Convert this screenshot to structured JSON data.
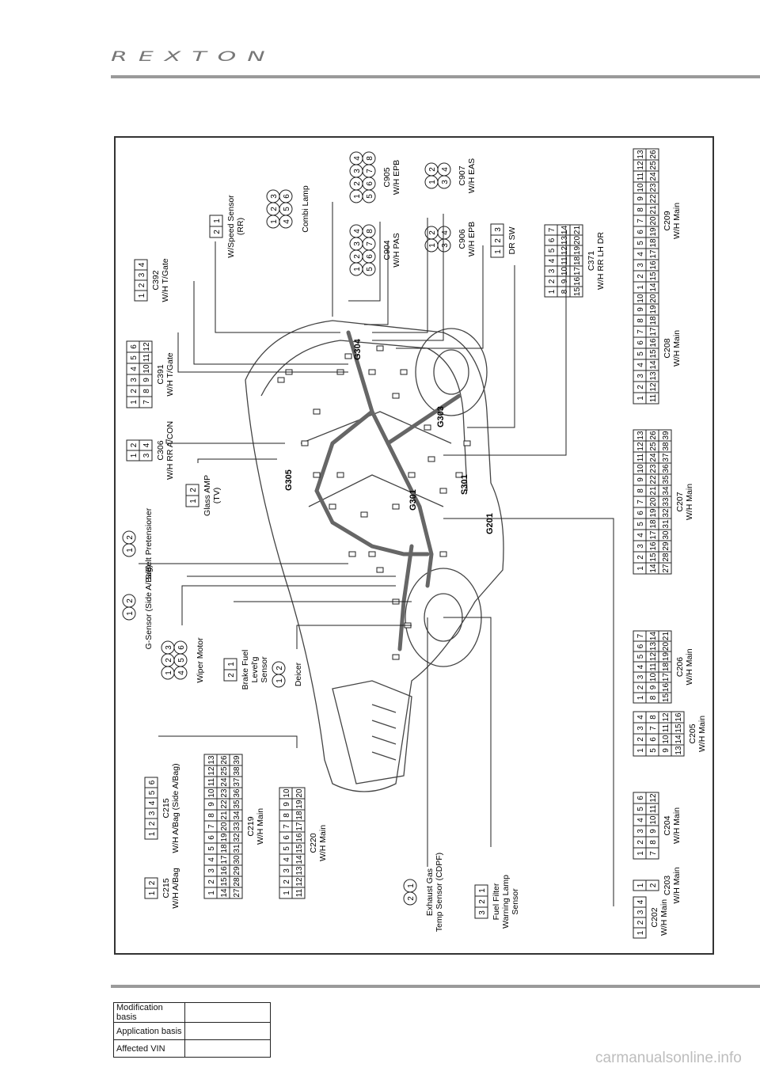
{
  "logo": "REXTON",
  "watermark": "carmanualsonline.info",
  "modification_table": [
    {
      "label": "Modification basis",
      "value": ""
    },
    {
      "label": "Application basis",
      "value": ""
    },
    {
      "label": "Affected VIN",
      "value": ""
    }
  ],
  "grounds": [
    "G201",
    "G301",
    "G303",
    "G304",
    "G305",
    "S301"
  ],
  "connectors": [
    {
      "id": "C202",
      "desc": "W/H Main",
      "pins": [
        "1",
        "2",
        "3",
        "4"
      ]
    },
    {
      "id": "C203",
      "desc": "W/H Main",
      "pins": [
        "1",
        "2"
      ]
    },
    {
      "id": "C204",
      "desc": "W/H Main",
      "pins": [
        "1",
        "2",
        "3",
        "4",
        "5",
        "6",
        "7",
        "8",
        "9",
        "10",
        "11",
        "12"
      ]
    },
    {
      "id": "C205",
      "desc": "W/H Main",
      "pins": [
        "1",
        "2",
        "3",
        "4",
        "5",
        "6",
        "7",
        "8",
        "9",
        "10",
        "11",
        "12",
        "13",
        "14",
        "15",
        "16"
      ]
    },
    {
      "id": "C206",
      "desc": "W/H Main",
      "pins": [
        "1",
        "2",
        "3",
        "4",
        "5",
        "6",
        "7",
        "8",
        "9",
        "10",
        "11",
        "12",
        "13",
        "14",
        "15",
        "16",
        "17",
        "18",
        "19",
        "20",
        "21"
      ]
    },
    {
      "id": "C207",
      "desc": "W/H Main",
      "pins": [
        "1",
        "2",
        "3",
        "4",
        "5",
        "6",
        "7",
        "8",
        "9",
        "10",
        "11",
        "12",
        "13",
        "14",
        "15",
        "16",
        "17",
        "18",
        "19",
        "20",
        "21",
        "22",
        "23",
        "24",
        "25",
        "26",
        "27",
        "28",
        "29",
        "30",
        "31",
        "32",
        "33",
        "34",
        "35",
        "36",
        "37",
        "38",
        "39"
      ]
    },
    {
      "id": "C208",
      "desc": "W/H Main",
      "pins": [
        "1",
        "2",
        "3",
        "4",
        "5",
        "6",
        "7",
        "8",
        "9",
        "10",
        "11",
        "12",
        "13",
        "14",
        "15",
        "16",
        "17",
        "18",
        "19",
        "20"
      ]
    },
    {
      "id": "C209",
      "desc": "W/H Main",
      "pins": [
        "1",
        "2",
        "3",
        "4",
        "5",
        "6",
        "7",
        "8",
        "9",
        "10",
        "11",
        "12",
        "13",
        "14",
        "15",
        "16",
        "17",
        "18",
        "19",
        "20",
        "21",
        "22",
        "23",
        "24",
        "25",
        "26"
      ]
    },
    {
      "id": "C215",
      "desc": "W/H A/Bag",
      "pins": [
        "1",
        "2"
      ]
    },
    {
      "id": "C215",
      "desc": "W/H A/Bag (Side A/Bag)",
      "pins": [
        "1",
        "2",
        "3",
        "4",
        "5",
        "6"
      ]
    },
    {
      "id": "C219",
      "desc": "W/H Main",
      "pins": [
        "1",
        "2",
        "3",
        "4",
        "5",
        "6",
        "7",
        "8",
        "9",
        "10",
        "11",
        "12",
        "13",
        "14",
        "15",
        "16",
        "17",
        "18",
        "19",
        "20",
        "21",
        "22",
        "23",
        "24",
        "25",
        "26",
        "27",
        "28",
        "29",
        "30",
        "31",
        "32",
        "33",
        "34",
        "35",
        "36",
        "37",
        "38",
        "39"
      ]
    },
    {
      "id": "C220",
      "desc": "W/H Main",
      "pins": [
        "1",
        "2",
        "3",
        "4",
        "5",
        "6",
        "7",
        "8",
        "9",
        "10",
        "11",
        "12",
        "13",
        "14",
        "15",
        "16",
        "17",
        "18",
        "19",
        "20"
      ]
    },
    {
      "id": "C306",
      "desc": "W/H RR A/CON",
      "pins": [
        "1",
        "2",
        "3",
        "4"
      ]
    },
    {
      "id": "C391",
      "desc": "W/H T/Gate",
      "pins": [
        "1",
        "2",
        "3",
        "4",
        "5",
        "6",
        "7",
        "8",
        "9",
        "10",
        "11",
        "12"
      ]
    },
    {
      "id": "C392",
      "desc": "W/H T/Gate",
      "pins": [
        "1",
        "2",
        "3",
        "4"
      ]
    },
    {
      "id": "C371",
      "desc": "W/H RR LH DR",
      "pins": [
        "1",
        "2",
        "3",
        "4",
        "5",
        "6",
        "7",
        "8",
        "9",
        "10",
        "11",
        "12",
        "13",
        "14",
        "15",
        "16",
        "17",
        "18",
        "19",
        "20",
        "21"
      ]
    },
    {
      "id": "C904",
      "desc": "W/H PAS",
      "pins": [
        "1",
        "2",
        "3",
        "4",
        "5",
        "6",
        "7",
        "8"
      ]
    },
    {
      "id": "C905",
      "desc": "W/H EPB",
      "pins": [
        "1",
        "2",
        "3",
        "4",
        "5",
        "6",
        "7",
        "8"
      ]
    },
    {
      "id": "C906",
      "desc": "W/H EPB",
      "pins": [
        "1",
        "2",
        "3",
        "4"
      ]
    },
    {
      "id": "C907",
      "desc": "W/H EAS",
      "pins": [
        "1",
        "2",
        "3",
        "4"
      ]
    }
  ],
  "components": [
    {
      "name": "G-Sensor (Side A/Bag)",
      "pins": [
        "1",
        "2"
      ]
    },
    {
      "name": "S/Belt Pretensioner",
      "pins": [
        "1",
        "2"
      ]
    },
    {
      "name": "Glass AMP (TV)",
      "pins": [
        "1",
        "2"
      ]
    },
    {
      "name": "Wiper Motor",
      "pins": [
        "1",
        "2",
        "3",
        "4",
        "5",
        "6"
      ]
    },
    {
      "name": "Brake Fuel Level'g Sensor",
      "pins": [
        "2",
        "1"
      ]
    },
    {
      "name": "Deicer",
      "pins": [
        "1",
        "2"
      ]
    },
    {
      "name": "Exhaust Gas Temp Sensor (CDPF)",
      "pins": [
        "2",
        "1"
      ]
    },
    {
      "name": "Fuel Filter Warning Lamp Sensor",
      "pins": [
        "3",
        "2",
        "1"
      ]
    },
    {
      "name": "W/Speed Sensor (RR)",
      "pins": [
        "2",
        "1"
      ]
    },
    {
      "name": "Combi Lamp",
      "pins": [
        "1",
        "2",
        "3",
        "4",
        "5",
        "6"
      ]
    },
    {
      "name": "DR SW",
      "pins": [
        "1",
        "2",
        "3"
      ]
    }
  ]
}
